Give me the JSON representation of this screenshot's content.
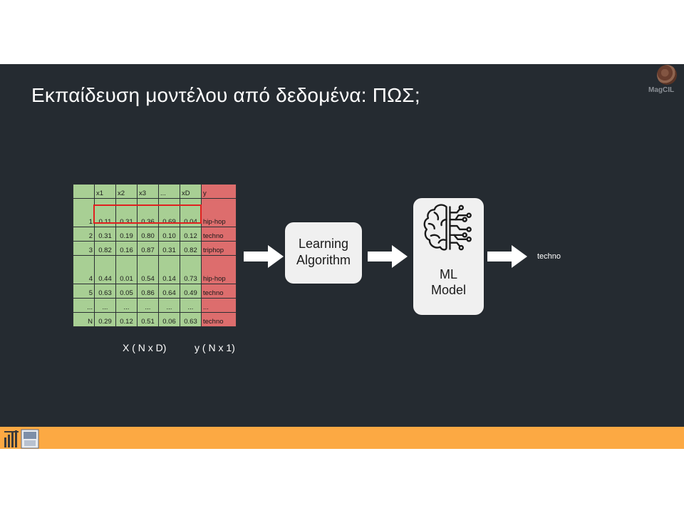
{
  "slide": {
    "title": "Εκπαίδευση μοντέλου από δεδομένα: ΠΩΣ;",
    "logo_text": "MagCIL"
  },
  "table": {
    "headers": [
      "",
      "x1",
      "x2",
      "x3",
      "...",
      "xD",
      "y"
    ],
    "rows": [
      [
        "1",
        "0.11",
        "0.31",
        "0.36",
        "0.69",
        "0.04",
        "hip-hop"
      ],
      [
        "2",
        "0.31",
        "0.19",
        "0.80",
        "0.10",
        "0.12",
        "techno"
      ],
      [
        "3",
        "0.82",
        "0.16",
        "0.87",
        "0.31",
        "0.82",
        "triphop"
      ],
      [
        "4",
        "0.44",
        "0.01",
        "0.54",
        "0.14",
        "0.73",
        "hip-hop"
      ],
      [
        "5",
        "0.63",
        "0.05",
        "0.86",
        "0.64",
        "0.49",
        "techno"
      ],
      [
        "...",
        "...",
        "...",
        "...",
        "...",
        "...",
        "..."
      ],
      [
        "N",
        "0.29",
        "0.12",
        "0.51",
        "0.06",
        "0.63",
        "techno"
      ]
    ],
    "feature_cell_color": "#a8cf94",
    "label_cell_color": "#dd6d6d",
    "highlight_color": "#e0201f"
  },
  "captions": {
    "x": "X ( N x D)",
    "y": "y ( N x 1)"
  },
  "learning_algorithm": {
    "line1": "Learning",
    "line2": "Algorithm"
  },
  "model": {
    "line1": "ML",
    "line2": "Model",
    "icon": "brain-circuit-icon"
  },
  "output": "techno",
  "colors": {
    "slide_background": "#252b31",
    "footer": "#fca943",
    "box": "#f0f0f0"
  }
}
